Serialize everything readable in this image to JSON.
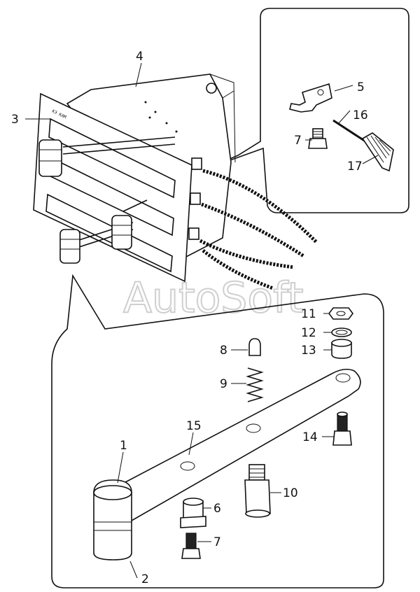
{
  "watermark": "AutoSoft",
  "callouts": {
    "c1": "1",
    "c2": "2",
    "c3": "3",
    "c4": "4",
    "c5": "5",
    "c6": "6",
    "c7a": "7",
    "c7b": "7",
    "c8": "8",
    "c9": "9",
    "c10": "10",
    "c11": "11",
    "c12": "12",
    "c13": "13",
    "c14": "14",
    "c15": "15",
    "c16": "16",
    "c17": "17"
  },
  "plate_marking": "КЭ КАМ"
}
